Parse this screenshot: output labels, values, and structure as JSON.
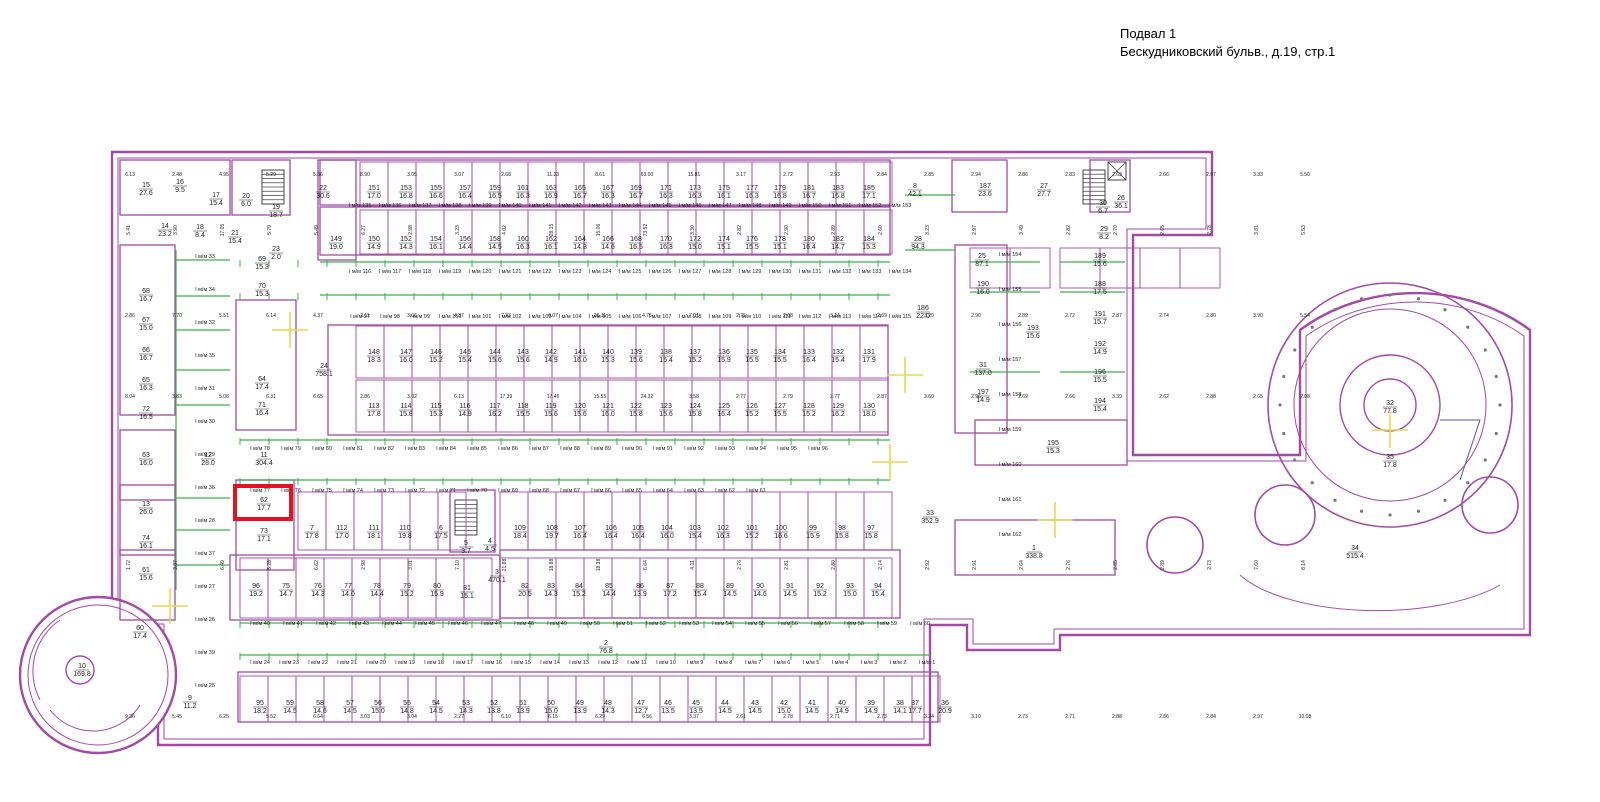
{
  "header": {
    "title": "Подвал 1",
    "address": "Бескудниковский бульв., д.19, стр.1"
  },
  "colors": {
    "wall": "#a24aa5",
    "partition": "#3bb04a",
    "axis": "#e8d94a",
    "highlight": "#e0141e",
    "text": "#222222"
  },
  "rooms": [
    {
      "n": "15",
      "a": "27.6"
    },
    {
      "n": "16",
      "a": "9.5"
    },
    {
      "n": "17",
      "a": "15.4"
    },
    {
      "n": "20",
      "a": "6.0"
    },
    {
      "n": "19",
      "a": "18.7"
    },
    {
      "n": "22",
      "a": "30.6"
    },
    {
      "n": "14",
      "a": "23.2"
    },
    {
      "n": "18",
      "a": "8.4"
    },
    {
      "n": "21",
      "a": "15.4"
    },
    {
      "n": "23",
      "a": "2.0"
    },
    {
      "n": "149",
      "a": "19.0"
    },
    {
      "n": "69",
      "a": "15.3"
    },
    {
      "n": "70",
      "a": "15.3"
    },
    {
      "n": "24",
      "a": "758.1"
    },
    {
      "n": "68",
      "a": "16.7"
    },
    {
      "n": "67",
      "a": "15.0"
    },
    {
      "n": "66",
      "a": "16.7"
    },
    {
      "n": "65",
      "a": "16.3"
    },
    {
      "n": "64",
      "a": "17.4"
    },
    {
      "n": "71",
      "a": "16.4"
    },
    {
      "n": "72",
      "a": "16.5"
    },
    {
      "n": "63",
      "a": "16.0"
    },
    {
      "n": "12",
      "a": "28.0"
    },
    {
      "n": "11",
      "a": "304.4"
    },
    {
      "n": "13",
      "a": "26.0"
    },
    {
      "n": "62",
      "a": "17.7"
    },
    {
      "n": "73",
      "a": "17.1"
    },
    {
      "n": "74",
      "a": "16.1"
    },
    {
      "n": "61",
      "a": "15.6"
    },
    {
      "n": "60",
      "a": "17.4"
    },
    {
      "n": "10",
      "a": "169.8"
    },
    {
      "n": "9",
      "a": "11.2"
    },
    {
      "n": "8",
      "a": "42.1"
    },
    {
      "n": "187",
      "a": "23.6"
    },
    {
      "n": "27",
      "a": "27.7"
    },
    {
      "n": "26",
      "a": "36.1"
    },
    {
      "n": "30",
      "a": "6.7"
    },
    {
      "n": "29",
      "a": "8.2"
    },
    {
      "n": "28",
      "a": "94.3"
    },
    {
      "n": "186",
      "a": "22.0"
    },
    {
      "n": "25",
      "a": "87.1"
    },
    {
      "n": "189",
      "a": "15.6"
    },
    {
      "n": "190",
      "a": "16.0"
    },
    {
      "n": "188",
      "a": "17.5"
    },
    {
      "n": "191",
      "a": "15.7"
    },
    {
      "n": "192",
      "a": "14.9"
    },
    {
      "n": "193",
      "a": "15.6"
    },
    {
      "n": "31",
      "a": "137.0"
    },
    {
      "n": "197",
      "a": "14.9"
    },
    {
      "n": "196",
      "a": "15.5"
    },
    {
      "n": "194",
      "a": "15.4"
    },
    {
      "n": "195",
      "a": "15.3"
    },
    {
      "n": "32",
      "a": "77.8"
    },
    {
      "n": "35",
      "a": "17.8"
    },
    {
      "n": "34",
      "a": "515.4"
    },
    {
      "n": "33",
      "a": "352.9"
    },
    {
      "n": "1",
      "a": "338.8"
    },
    {
      "n": "2",
      "a": "76.8"
    },
    {
      "n": "3",
      "a": "470.1"
    },
    {
      "n": "4",
      "a": "4.5"
    },
    {
      "n": "5",
      "a": "3.7"
    },
    {
      "n": "6",
      "a": "17.5"
    },
    {
      "n": "7",
      "a": "17.8"
    },
    {
      "n": "112",
      "a": "17.0"
    },
    {
      "n": "111",
      "a": "18.1"
    },
    {
      "n": "110",
      "a": "19.8"
    },
    {
      "n": "109",
      "a": "18.4"
    },
    {
      "n": "108",
      "a": "19.7"
    },
    {
      "n": "107",
      "a": "16.4"
    },
    {
      "n": "106",
      "a": "16.4"
    },
    {
      "n": "105",
      "a": "16.4"
    },
    {
      "n": "104",
      "a": "16.0"
    },
    {
      "n": "103",
      "a": "15.4"
    },
    {
      "n": "102",
      "a": "16.3"
    },
    {
      "n": "101",
      "a": "15.2"
    },
    {
      "n": "100",
      "a": "16.6"
    },
    {
      "n": "99",
      "a": "15.9"
    },
    {
      "n": "98",
      "a": "15.8"
    },
    {
      "n": "97",
      "a": "15.8"
    },
    {
      "n": "96",
      "a": "19.2"
    },
    {
      "n": "75",
      "a": "14.7"
    },
    {
      "n": "76",
      "a": "14.3"
    },
    {
      "n": "77",
      "a": "14.0"
    },
    {
      "n": "78",
      "a": "14.4"
    },
    {
      "n": "79",
      "a": "15.2"
    },
    {
      "n": "80",
      "a": "15.9"
    },
    {
      "n": "81",
      "a": "15.1"
    },
    {
      "n": "82",
      "a": "20.5"
    },
    {
      "n": "83",
      "a": "14.3"
    },
    {
      "n": "84",
      "a": "15.2"
    },
    {
      "n": "85",
      "a": "14.4"
    },
    {
      "n": "86",
      "a": "13.9"
    },
    {
      "n": "87",
      "a": "17.2"
    },
    {
      "n": "88",
      "a": "15.4"
    },
    {
      "n": "89",
      "a": "14.5"
    },
    {
      "n": "90",
      "a": "14.6"
    },
    {
      "n": "91",
      "a": "14.5"
    },
    {
      "n": "92",
      "a": "15.2"
    },
    {
      "n": "93",
      "a": "15.0"
    },
    {
      "n": "94",
      "a": "15.4"
    },
    {
      "n": "95",
      "a": "18.2"
    },
    {
      "n": "59",
      "a": "14.5"
    },
    {
      "n": "58",
      "a": "14.6"
    },
    {
      "n": "57",
      "a": "14.5"
    },
    {
      "n": "56",
      "a": "15.0"
    },
    {
      "n": "55",
      "a": "14.8"
    },
    {
      "n": "54",
      "a": "14.5"
    },
    {
      "n": "53",
      "a": "14.3"
    },
    {
      "n": "52",
      "a": "13.8"
    },
    {
      "n": "51",
      "a": "13.9"
    },
    {
      "n": "50",
      "a": "15.0"
    },
    {
      "n": "49",
      "a": "13.9"
    },
    {
      "n": "48",
      "a": "14.3"
    },
    {
      "n": "47",
      "a": "12.7"
    },
    {
      "n": "46",
      "a": "13.5"
    },
    {
      "n": "45",
      "a": "13.5"
    },
    {
      "n": "44",
      "a": "14.5"
    },
    {
      "n": "43",
      "a": "14.5"
    },
    {
      "n": "42",
      "a": "15.0"
    },
    {
      "n": "41",
      "a": "14.5"
    },
    {
      "n": "40",
      "a": "14.9"
    },
    {
      "n": "39",
      "a": "14.9"
    },
    {
      "n": "38",
      "a": "14.1"
    },
    {
      "n": "37",
      "a": "17.7"
    },
    {
      "n": "36",
      "a": "20.9"
    },
    {
      "n": "151",
      "a": "17.0"
    },
    {
      "n": "153",
      "a": "16.8"
    },
    {
      "n": "155",
      "a": "16.6"
    },
    {
      "n": "157",
      "a": "16.4"
    },
    {
      "n": "159",
      "a": "16.5"
    },
    {
      "n": "161",
      "a": "16.3"
    },
    {
      "n": "163",
      "a": "16.9"
    },
    {
      "n": "165",
      "a": "16.7"
    },
    {
      "n": "167",
      "a": "16.3"
    },
    {
      "n": "169",
      "a": "16.7"
    },
    {
      "n": "171",
      "a": "16.3"
    },
    {
      "n": "173",
      "a": "16.3"
    },
    {
      "n": "175",
      "a": "16.1"
    },
    {
      "n": "177",
      "a": "16.3"
    },
    {
      "n": "179",
      "a": "16.8"
    },
    {
      "n": "181",
      "a": "16.7"
    },
    {
      "n": "183",
      "a": "16.8"
    },
    {
      "n": "185",
      "a": "17.1"
    },
    {
      "n": "150",
      "a": "14.9"
    },
    {
      "n": "152",
      "a": "14.3"
    },
    {
      "n": "154",
      "a": "16.1"
    },
    {
      "n": "156",
      "a": "14.4"
    },
    {
      "n": "158",
      "a": "14.5"
    },
    {
      "n": "160",
      "a": "16.3"
    },
    {
      "n": "162",
      "a": "16.1"
    },
    {
      "n": "164",
      "a": "14.8"
    },
    {
      "n": "166",
      "a": "14.6"
    },
    {
      "n": "168",
      "a": "16.5"
    },
    {
      "n": "170",
      "a": "16.3"
    },
    {
      "n": "172",
      "a": "15.0"
    },
    {
      "n": "174",
      "a": "15.1"
    },
    {
      "n": "176",
      "a": "15.5"
    },
    {
      "n": "178",
      "a": "15.1"
    },
    {
      "n": "180",
      "a": "16.4"
    },
    {
      "n": "182",
      "a": "14.7"
    },
    {
      "n": "184",
      "a": "15.3"
    },
    {
      "n": "148",
      "a": "18.3"
    },
    {
      "n": "147",
      "a": "16.0"
    },
    {
      "n": "146",
      "a": "15.2"
    },
    {
      "n": "145",
      "a": "15.4"
    },
    {
      "n": "144",
      "a": "15.6"
    },
    {
      "n": "143",
      "a": "15.6"
    },
    {
      "n": "142",
      "a": "14.9"
    },
    {
      "n": "141",
      "a": "16.0"
    },
    {
      "n": "140",
      "a": "15.3"
    },
    {
      "n": "139",
      "a": "15.6"
    },
    {
      "n": "138",
      "a": "15.4"
    },
    {
      "n": "137",
      "a": "15.2"
    },
    {
      "n": "136",
      "a": "15.9"
    },
    {
      "n": "135",
      "a": "15.5"
    },
    {
      "n": "134",
      "a": "15.5"
    },
    {
      "n": "133",
      "a": "16.4"
    },
    {
      "n": "132",
      "a": "15.4"
    },
    {
      "n": "131",
      "a": "17.9"
    },
    {
      "n": "113",
      "a": "17.8"
    },
    {
      "n": "114",
      "a": "15.8"
    },
    {
      "n": "115",
      "a": "15.3"
    },
    {
      "n": "116",
      "a": "14.9"
    },
    {
      "n": "117",
      "a": "16.2"
    },
    {
      "n": "118",
      "a": "15.5"
    },
    {
      "n": "119",
      "a": "15.6"
    },
    {
      "n": "120",
      "a": "15.6"
    },
    {
      "n": "121",
      "a": "16.0"
    },
    {
      "n": "122",
      "a": "15.8"
    },
    {
      "n": "123",
      "a": "15.6"
    },
    {
      "n": "124",
      "a": "15.8"
    },
    {
      "n": "125",
      "a": "16.4"
    },
    {
      "n": "126",
      "a": "15.2"
    },
    {
      "n": "127",
      "a": "15.5"
    },
    {
      "n": "128",
      "a": "15.2"
    },
    {
      "n": "129",
      "a": "16.2"
    },
    {
      "n": "130",
      "a": "18.0"
    }
  ],
  "parking_labels": [
    "I м/м 33",
    "I м/м 34",
    "I м/м 32",
    "I м/м 35",
    "I м/м 31",
    "I м/м 30",
    "I м/м 29",
    "I м/м 36",
    "I м/м 28",
    "I м/м 37",
    "I м/м 27",
    "I м/м 26",
    "I м/м 39",
    "I м/м 25",
    "I м/м 77",
    "I м/м 76",
    "I м/м 75",
    "I м/м 74",
    "I м/м 73",
    "I м/м 72",
    "I м/м 71",
    "I м/м 70",
    "I м/м 69",
    "I м/м 68",
    "I м/м 67",
    "I м/м 66",
    "I м/м 65",
    "I м/м 64",
    "I м/м 63",
    "I м/м 62",
    "I м/м 61",
    "I м/м 78",
    "I м/м 79",
    "I м/м 80",
    "I м/м 81",
    "I м/м 82",
    "I м/м 83",
    "I м/м 84",
    "I м/м 85",
    "I м/м 86",
    "I м/м 87",
    "I м/м 88",
    "I м/м 89",
    "I м/м 90",
    "I м/м 91",
    "I м/м 92",
    "I м/м 93",
    "I м/м 94",
    "I м/м 95",
    "I м/м 96",
    "I м/м 97",
    "I м/м 98",
    "I м/м 99",
    "I м/м 100",
    "I м/м 101",
    "I м/м 102",
    "I м/м 103",
    "I м/м 104",
    "I м/м 105",
    "I м/м 106",
    "I м/м 107",
    "I м/м 108",
    "I м/м 109",
    "I м/м 110",
    "I м/м 111",
    "I м/м 112",
    "I м/м 113",
    "I м/м 114",
    "I м/м 115",
    "I м/м 116",
    "I м/м 117",
    "I м/м 118",
    "I м/м 119",
    "I м/м 120",
    "I м/м 121",
    "I м/м 122",
    "I м/м 123",
    "I м/м 124",
    "I м/м 125",
    "I м/м 126",
    "I м/м 127",
    "I м/м 128",
    "I м/м 129",
    "I м/м 130",
    "I м/м 131",
    "I м/м 132",
    "I м/м 133",
    "I м/м 134",
    "I м/м 135",
    "I м/м 136",
    "I м/м 137",
    "I м/м 138",
    "I м/м 139",
    "I м/м 140",
    "I м/м 141",
    "I м/м 142",
    "I м/м 143",
    "I м/м 144",
    "I м/м 145",
    "I м/м 146",
    "I м/м 147",
    "I м/м 148",
    "I м/м 149",
    "I м/м 150",
    "I м/м 151",
    "I м/м 152",
    "I м/м 153",
    "I м/м 154",
    "I м/м 155",
    "I м/м 156",
    "I м/м 157",
    "I м/м 158",
    "I м/м 159",
    "I м/м 160",
    "I м/м 161",
    "I м/м 162",
    "I м/м 40",
    "I м/м 41",
    "I м/м 42",
    "I м/м 43",
    "I м/м 44",
    "I м/м 45",
    "I м/м 46",
    "I м/м 47",
    "I м/м 48",
    "I м/м 49",
    "I м/м 50",
    "I м/м 51",
    "I м/м 52",
    "I м/м 53",
    "I м/м 54",
    "I м/м 55",
    "I м/м 56",
    "I м/м 57",
    "I м/м 58",
    "I м/м 59",
    "I м/м 60",
    "I м/м 24",
    "I м/м 23",
    "I м/м 22",
    "I м/м 21",
    "I м/м 20",
    "I м/м 19",
    "I м/м 18",
    "I м/м 17",
    "I м/м 16",
    "I м/м 15",
    "I м/м 14",
    "I м/м 13",
    "I м/м 12",
    "I м/м 11",
    "I м/м 10",
    "I м/м 9",
    "I м/м 8",
    "I м/м 7",
    "I м/м 6",
    "I м/м 5",
    "I м/м 4",
    "I м/м 3",
    "I м/м 2",
    "I м/м 1"
  ],
  "dimensions": [
    "6.13",
    "5.41",
    "2.86",
    "8.04",
    "1.72",
    "9.36",
    "2.48",
    "3.90",
    "7.70",
    "3.83",
    "3.87",
    "5.45",
    "4.95",
    "17.05",
    "5.51",
    "5.08",
    "6.49",
    "6.25",
    "5.29",
    "5.70",
    "6.14",
    "6.31",
    "5.28",
    "5.52",
    "5.36",
    "5.49",
    "4.37",
    "6.65",
    "6.62",
    "6.64",
    "8.90",
    "6.27",
    "3.11",
    "2.86",
    "2.98",
    "3.03",
    "3.05",
    "2.98",
    "3.06",
    "3.02",
    "3.01",
    "3.04",
    "3.07",
    "3.23",
    "4.37",
    "6.13",
    "7.10",
    "2.27",
    "2.68",
    "4.02",
    "7.23",
    "17.39",
    "21.88",
    "6.10",
    "11.23",
    "28.15",
    "6.07",
    "17.46",
    "18.88",
    "6.15",
    "8.61",
    "15.06",
    "16.11",
    "15.55",
    "18.38",
    "6.29",
    "63.00",
    "73.52",
    "4.75",
    "24.32",
    "6.64",
    "6.56",
    "15.81",
    "3.30",
    "7.01",
    "3.58",
    "4.11",
    "3.37",
    "3.17",
    "2.82",
    "2.75",
    "2.77",
    "2.76",
    "2.61",
    "2.72",
    "2.90",
    "2.68",
    "2.79",
    "2.81",
    "2.78",
    "2.93",
    "2.89",
    "3.14",
    "2.77",
    "2.80",
    "2.71",
    "2.84",
    "2.60",
    "2.69",
    "2.87",
    "2.74",
    "2.73",
    "2.85",
    "3.23",
    "3.20",
    "3.60",
    "2.92",
    "3.24",
    "2.94",
    "2.97",
    "2.90",
    "2.96",
    "2.91",
    "3.10",
    "2.86",
    "3.49",
    "2.89",
    "2.69",
    "2.64",
    "2.73",
    "2.83",
    "2.82",
    "2.72",
    "2.66",
    "2.76",
    "2.71",
    "2.63",
    "2.70",
    "2.87",
    "3.39",
    "2.85",
    "2.88",
    "2.66",
    "2.65",
    "2.74",
    "2.62",
    "2.89",
    "2.86",
    "2.57",
    "2.78",
    "2.80",
    "2.88",
    "2.73",
    "2.84",
    "3.33",
    "3.81",
    "3.90",
    "2.65",
    "7.60",
    "2.97",
    "5.50",
    "5.53",
    "5.54",
    "2.08",
    "8.14",
    "10.08"
  ]
}
